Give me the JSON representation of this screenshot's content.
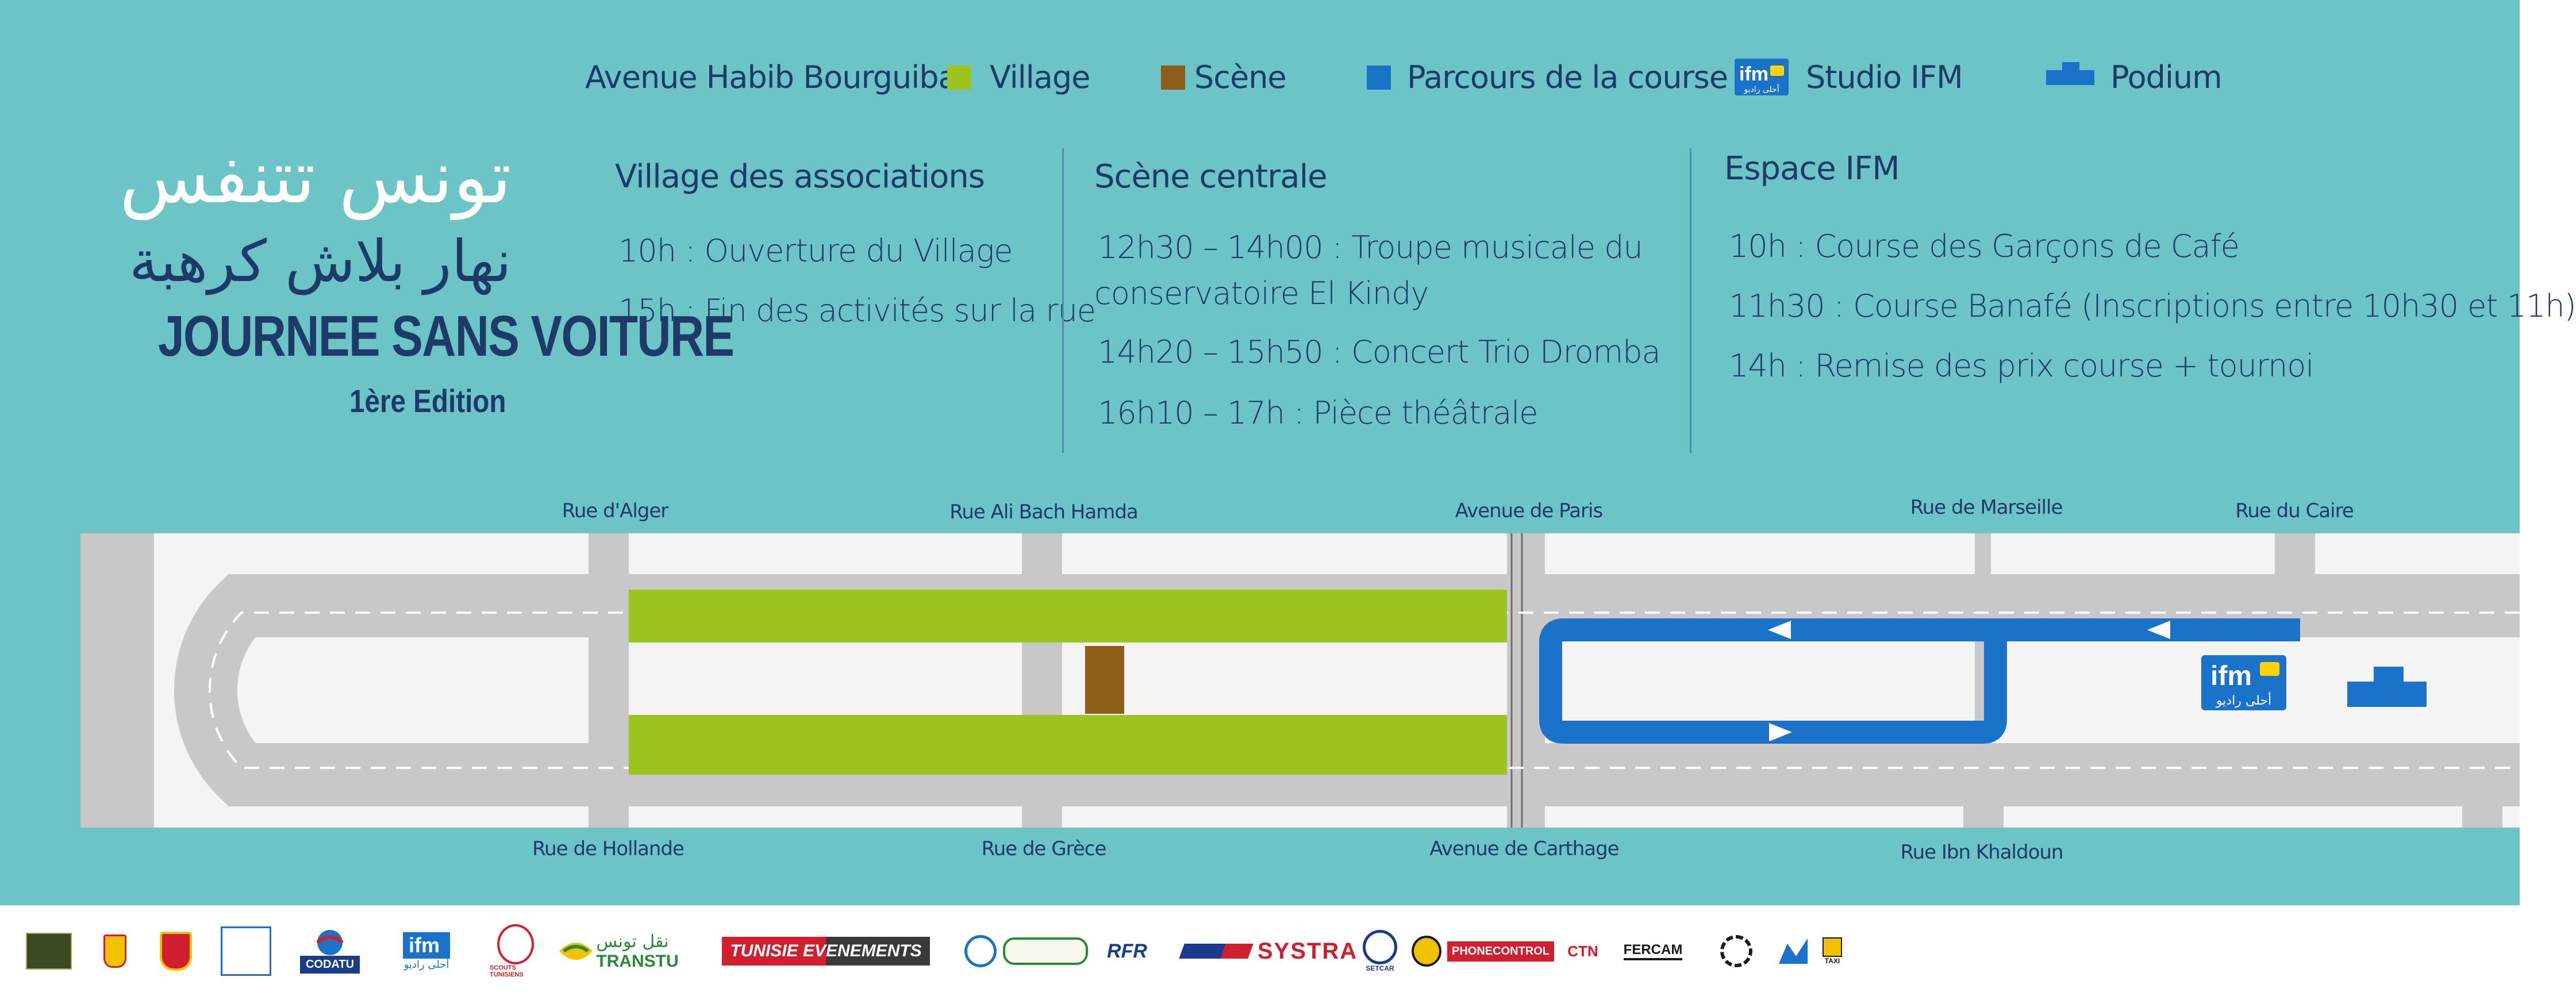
{
  "title": {
    "arabic_line1": "تونس تتنفس",
    "arabic_line2": "نهار بلاش كرهبة",
    "french_line": "JOURNEE SANS VOITURE",
    "edition": "1ère Edition"
  },
  "legend": {
    "avenue": "Avenue Habib Bourguiba",
    "items": [
      {
        "label": "Village",
        "color": "#9dc41e",
        "icon": "green-square-icon"
      },
      {
        "label": "Scène",
        "color": "#8c5e1a",
        "icon": "brown-square-icon"
      },
      {
        "label": "Parcours de la course",
        "color": "#1a73c8",
        "icon": "blue-square-icon"
      },
      {
        "label": "Studio IFM",
        "color": "#1a73c8",
        "icon": "ifm-logo-icon"
      },
      {
        "label": "Podium",
        "color": "#1a73c8",
        "icon": "podium-icon"
      }
    ]
  },
  "program": {
    "village": {
      "title": "Village des associations",
      "items": [
        "10h : Ouverture du Village",
        "15h : Fin des activités sur la rue"
      ]
    },
    "scene": {
      "title": "Scène centrale",
      "items": [
        "12h30 – 14h00 : Troupe musicale du",
        "conservatoire El Kindy",
        "14h20 – 15h50 : Concert Trio Dromba",
        "16h10 – 17h : Pièce théâtrale"
      ]
    },
    "ifm": {
      "title": "Espace IFM",
      "items": [
        "10h : Course des Garçons de Café",
        "11h30 : Course Banafé (Inscriptions entre 10h30 et 11h)",
        "14h : Remise des prix course + tournoi"
      ]
    }
  },
  "streets": {
    "top": [
      "Rue d'Alger",
      "Rue Ali Bach Hamda",
      "Avenue de Paris",
      "Rue de Marseille",
      "Rue du Caire"
    ],
    "bottom": [
      "Rue de Hollande",
      "Rue de Grèce",
      "Avenue de Carthage",
      "Rue Ibn Khaldoun"
    ]
  },
  "ifm_logo": {
    "brand": "ifm",
    "arabic": "أحلى راديو"
  },
  "sponsors": [
    "CODATU",
    "ifm",
    "أحلى راديو",
    "SCOUTS TUNISIENS",
    "نقل تونس",
    "TRANSTU",
    "TUNISIE EVENEMENTS",
    "RFR",
    "SYSTRA",
    "SETCAR",
    "PHONECONTROL",
    "CTN",
    "FERCAM",
    "TAXI"
  ],
  "colors": {
    "background": "#6cc4c6",
    "navy": "#1e3a66",
    "road": "#c8c8c8",
    "road_surface": "#f4f4f4",
    "village": "#9dc41e",
    "scene": "#8c5e1a",
    "race": "#1a73c8"
  }
}
